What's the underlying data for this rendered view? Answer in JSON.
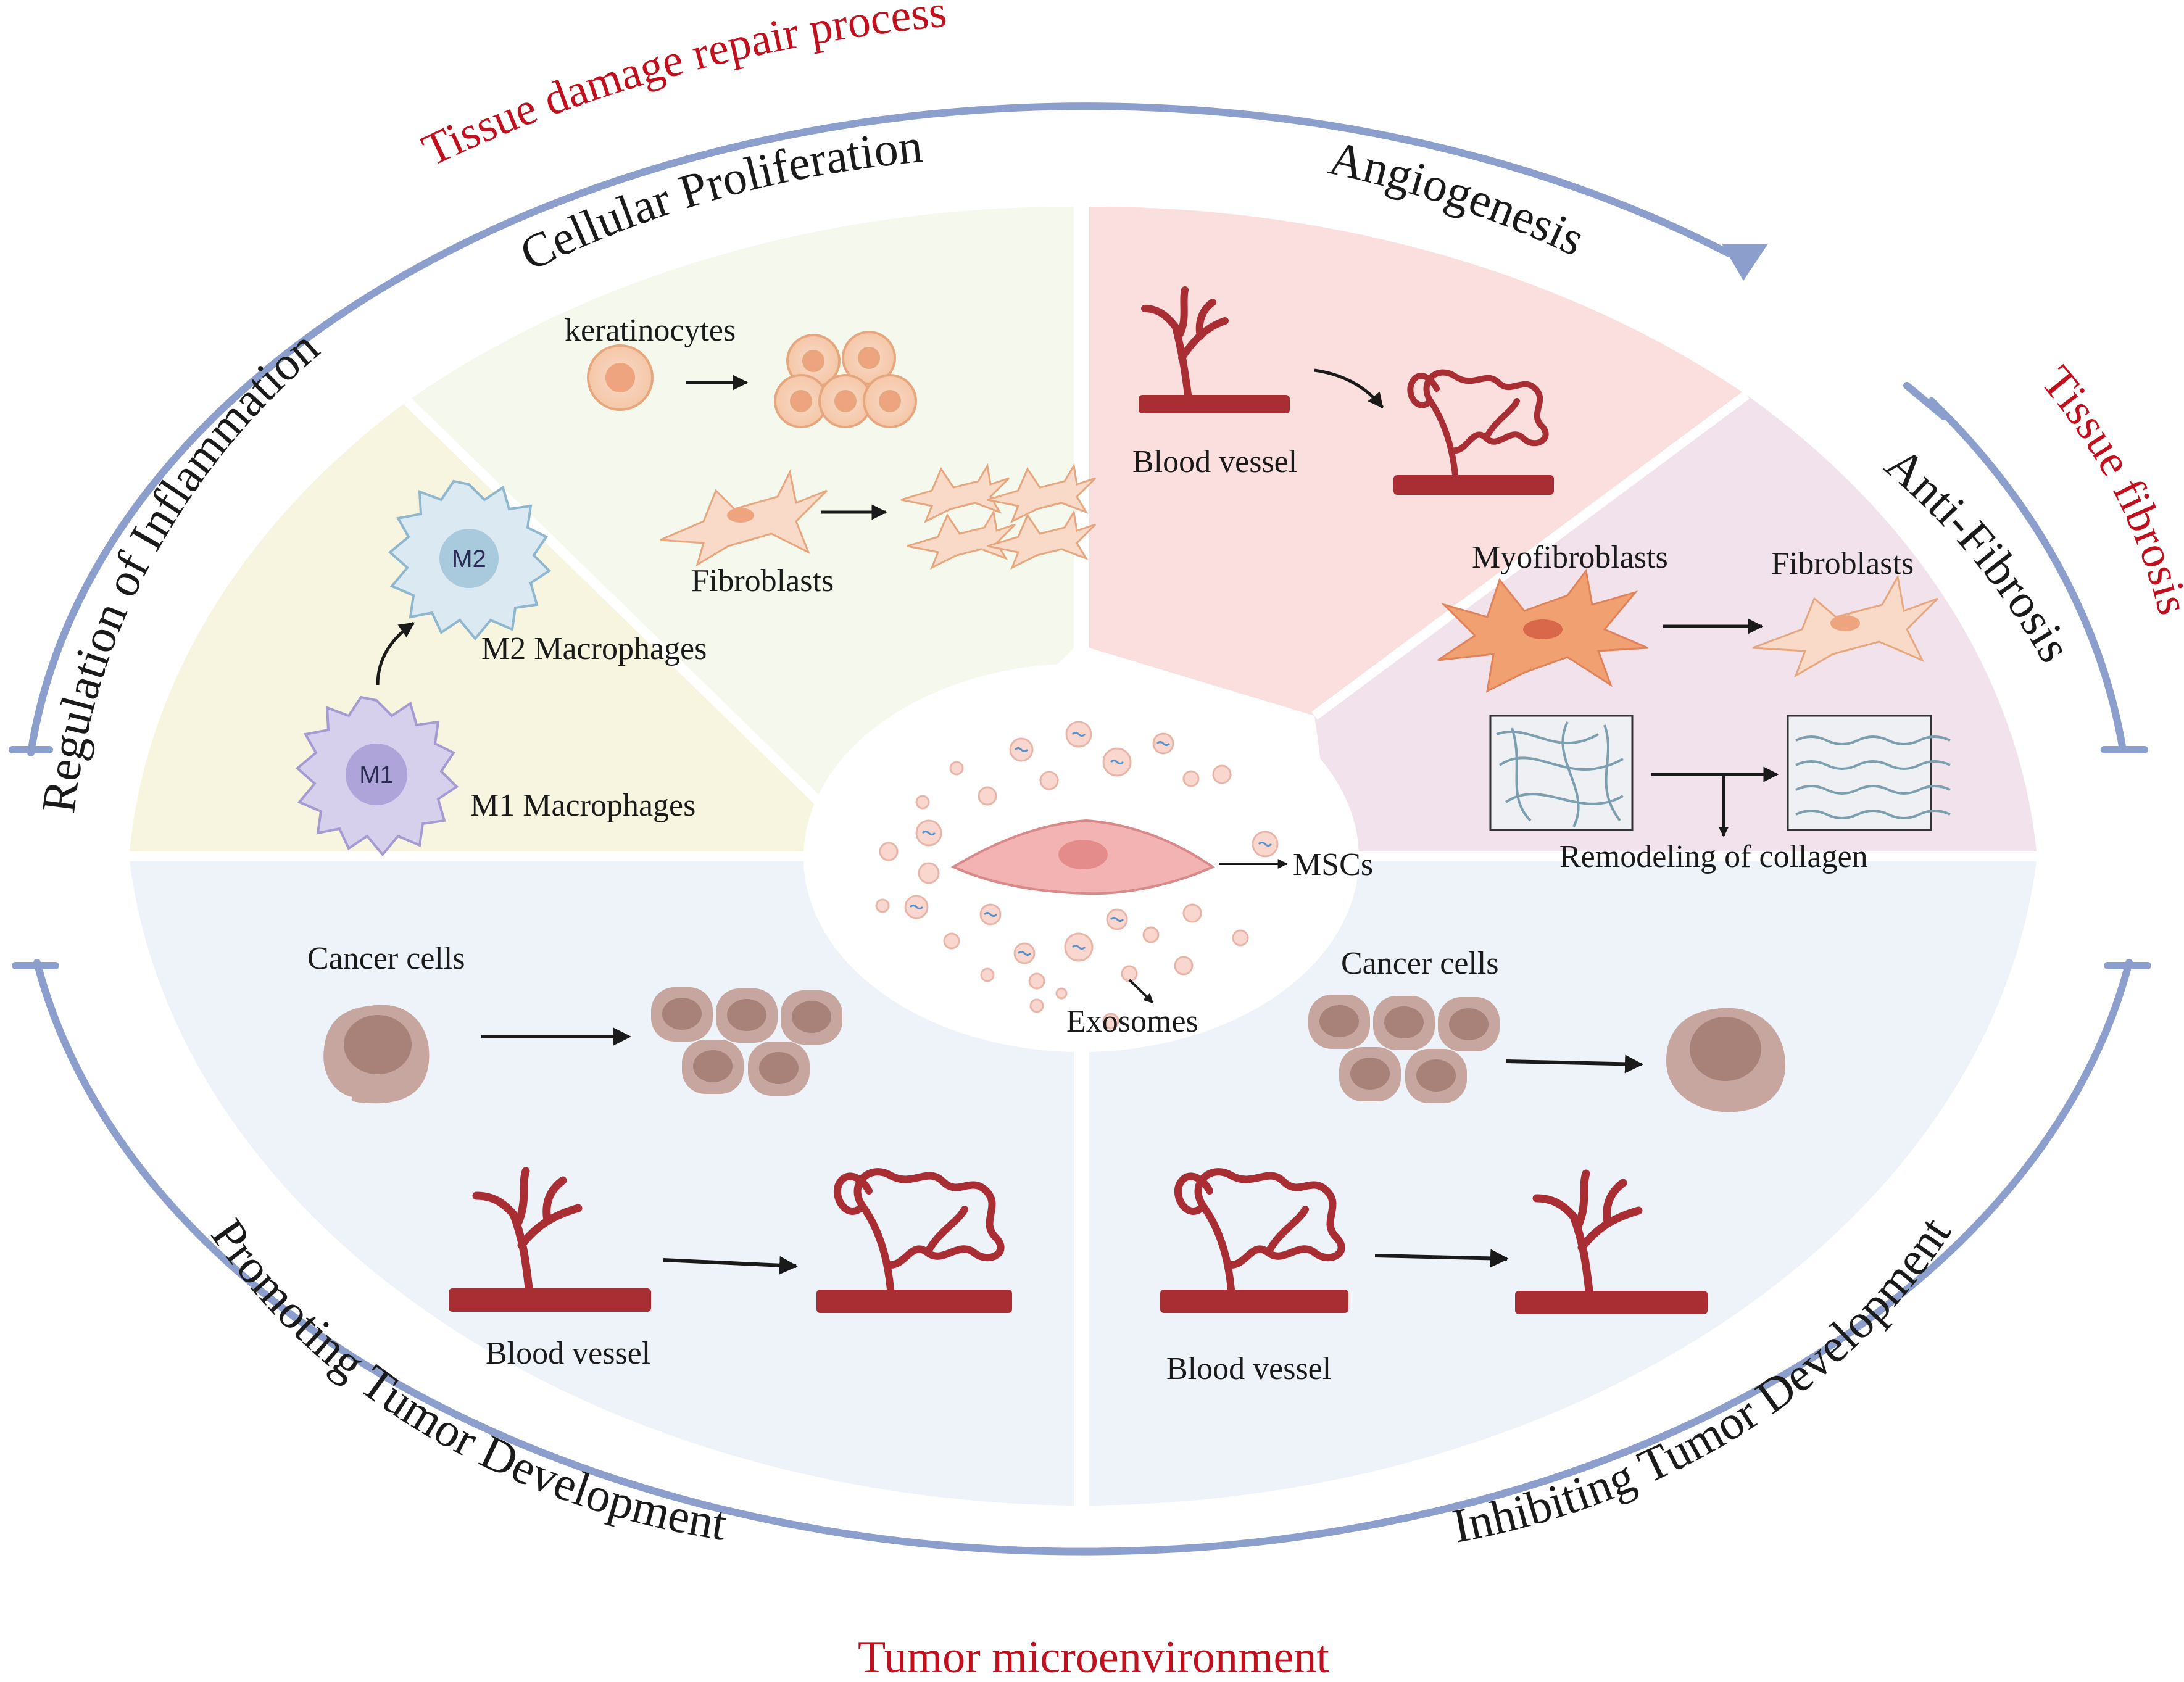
{
  "outer_labels": {
    "tissue_repair": "Tissue damage repair process",
    "tissue_fibrosis": "Tissue fibrosis",
    "tumor_microenvironment": "Tumor microenvironment"
  },
  "sectors": {
    "inflammation": {
      "title": "Regulation of Inflammation",
      "m2_label": "M2 Macrophages",
      "m1_label": "M1 Macrophages",
      "m2_tag": "M2",
      "m1_tag": "M1"
    },
    "proliferation": {
      "title": "Cellular Proliferation",
      "keratinocytes_label": "keratinocytes",
      "fibroblasts_label": "Fibroblasts"
    },
    "angiogenesis": {
      "title": "Angiogenesis",
      "vessel_label": "Blood vessel"
    },
    "anti_fibrosis": {
      "title": "Anti-Fibrosis",
      "myofibroblasts_label": "Myofibroblasts",
      "fibroblasts_label": "Fibroblasts",
      "collagen_label": "Remodeling of collagen"
    },
    "promoting_tumor": {
      "title": "Promoting Tumor Development",
      "cancer_label": "Cancer cells",
      "vessel_label": "Blood vessel"
    },
    "inhibiting_tumor": {
      "title": "Inhibiting Tumor Development",
      "cancer_label": "Cancer cells",
      "vessel_label": "Blood vessel"
    }
  },
  "center": {
    "msc_label": "MSCs",
    "exosome_label": "Exosomes"
  },
  "colors": {
    "ring": "#8c9fcc",
    "accent_red": "#c0101e",
    "inflammation_bg": "#f7f5df",
    "proliferation_bg": "#f5f8ec",
    "angiogenesis_bg": "#fbdede",
    "fibrosis_bg": "#f1e2ec",
    "tumor_bg": "#eef3fa",
    "vessel": "#a82e33",
    "cancer_cell": "#c7a69f"
  }
}
